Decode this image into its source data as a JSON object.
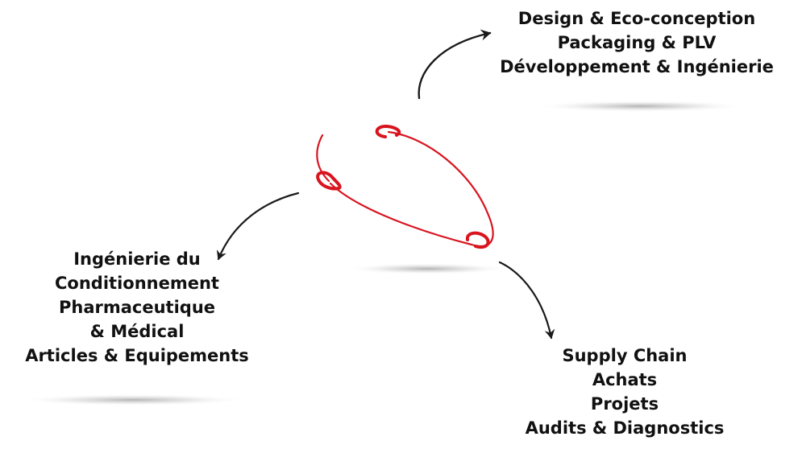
{
  "colors": {
    "accent_red": "#d8141e",
    "arrow_black": "#1a1a1a",
    "text": "#111111",
    "shadow": "#b8b8b8"
  },
  "blocks": {
    "top": {
      "lines": [
        "Design & Eco-conception",
        "Packaging & PLV",
        "Développement & Ingénierie"
      ]
    },
    "left": {
      "lines": [
        "Ingénierie du",
        "Conditionnement",
        "Pharmaceutique",
        "& Médical",
        "Articles & Equipements"
      ]
    },
    "bottom": {
      "lines": [
        "Supply Chain",
        "Achats",
        "Projets",
        "Audits & Diagnostics"
      ]
    }
  },
  "icons": {
    "center": "red-swirl-ellipse-icon",
    "arrows": [
      "curved-arrow-up-right-icon",
      "curved-arrow-down-left-icon",
      "curved-arrow-down-right-icon"
    ]
  }
}
